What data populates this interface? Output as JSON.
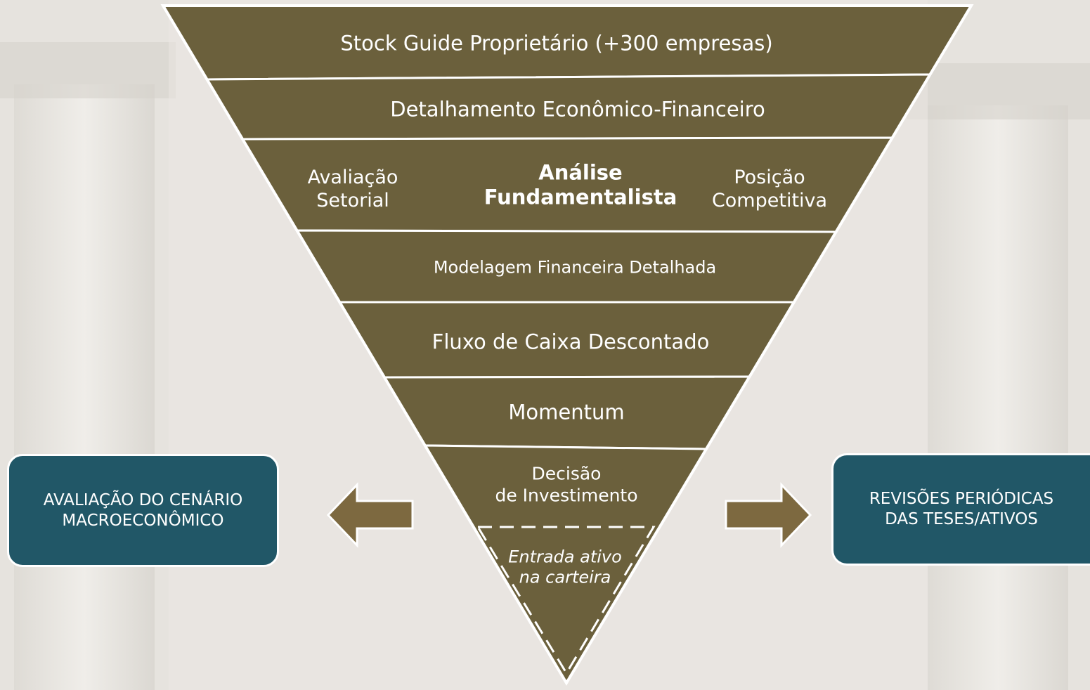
{
  "colors": {
    "funnel": "#6b603c",
    "box": "#215767",
    "arrow": "#7d6940",
    "text": "#ffffff"
  },
  "funnel": {
    "levels": [
      {
        "label": "Stock Guide Proprietário (+300 empresas)"
      },
      {
        "label": "Detalhamento Econômico-Financeiro"
      },
      {
        "left_1": "Avaliação",
        "left_2": "Setorial",
        "center_1": "Análise",
        "center_2": "Fundamentalista",
        "right_1": "Posição",
        "right_2": "Competitiva"
      },
      {
        "label": "Modelagem Financeira Detalhada"
      },
      {
        "label": "Fluxo de Caixa Descontado"
      },
      {
        "label": "Momentum"
      },
      {
        "line_1": "Decisão",
        "line_2": "de Investimento"
      }
    ],
    "tip": {
      "line_1": "Entrada ativo",
      "line_2": "na carteira"
    }
  },
  "left_box": {
    "line_1": "AVALIAÇÃO DO CENÁRIO",
    "line_2": "MACROECONÔMICO"
  },
  "right_box": {
    "line_1": "REVISÕES PERIÓDICAS",
    "line_2": "DAS TESES/ATIVOS"
  },
  "icons": {
    "left": "arrow-left-icon",
    "right": "arrow-right-icon"
  }
}
